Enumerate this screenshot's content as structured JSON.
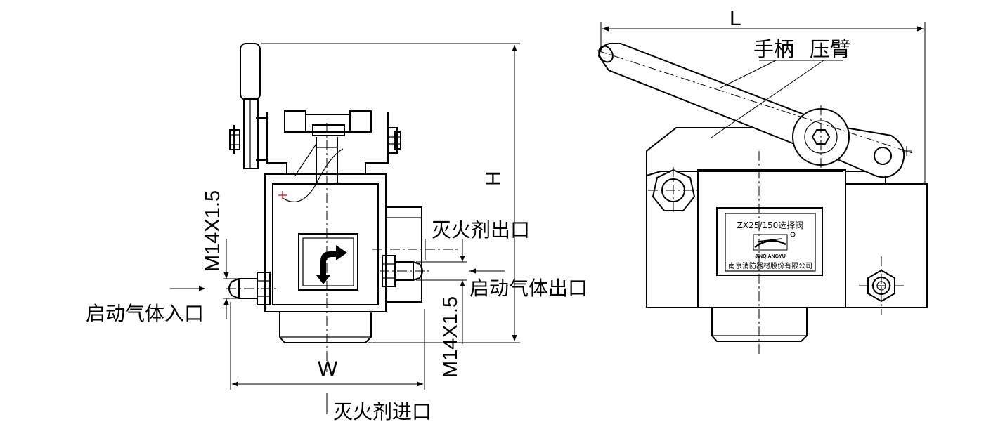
{
  "front_view": {
    "dim_width": "W",
    "dim_height": "H",
    "thread_left": "M14X1.5",
    "thread_right": "M14X1.5",
    "label_agent_outlet": "灭火剂出口",
    "label_gas_outlet": "启动气体出口",
    "label_gas_inlet": "启动气体入口",
    "label_agent_inlet": "灭火剂进口"
  },
  "side_view": {
    "dim_length": "L",
    "label_handle": "手柄",
    "label_press_arm": "压臂",
    "nameplate": {
      "model": "ZX25/150选择阀",
      "brand": "JINQIANGYU",
      "company": "南京消防器材股份有限公司"
    }
  },
  "colors": {
    "line": "#000000",
    "marker": "#cc0000",
    "background": "#ffffff"
  }
}
